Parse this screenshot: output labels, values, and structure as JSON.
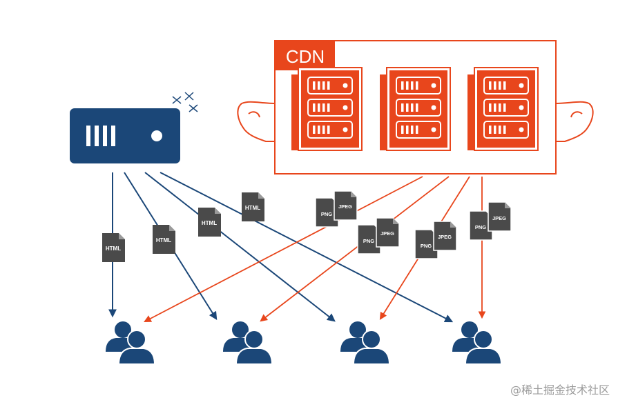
{
  "cdn": {
    "label": "CDN",
    "color": "#e8461c",
    "server_count": 3
  },
  "origin": {
    "color": "#1b4778"
  },
  "colors": {
    "doc": "#4a4a4a",
    "origin_arrow": "#1b4778",
    "cdn_arrow": "#e8461c",
    "user": "#1b4778"
  },
  "documents": {
    "html": [
      "HTML",
      "HTML",
      "HTML",
      "HTML"
    ],
    "png_pairs": [
      {
        "back": "PNG",
        "front": "JPEG"
      },
      {
        "back": "PNG",
        "front": "JPEG"
      },
      {
        "back": "PNG",
        "front": "JPEG"
      },
      {
        "back": "PNG",
        "front": "JPEG"
      }
    ]
  },
  "user_group_count": 4,
  "watermark": "@稀土掘金技术社区"
}
